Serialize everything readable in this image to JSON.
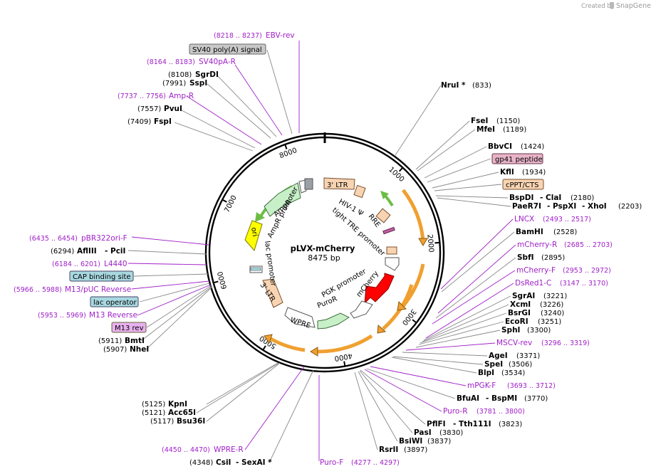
{
  "plasmid": {
    "name": "pLVX-mCherry",
    "length": "8475 bp"
  },
  "branding": {
    "created_by": "Created by",
    "brand": "SnapGene"
  },
  "ticks": [
    "1000",
    "2000",
    "3000",
    "4000",
    "5000",
    "6000",
    "7000",
    "8000"
  ],
  "features": {
    "ltr3_top": "3' LTR",
    "hiv_psi": "HIV-1 Ψ",
    "rre": "RRE",
    "tight_tre": "tight TRE promoter",
    "mcherry": "mCherry",
    "pgk": "PGK promoter",
    "puror": "PuroR",
    "wpre": "WPRE",
    "ltr3_bottom": "3' LTR",
    "lac_promoter": "lac promoter",
    "ori": "ori",
    "ampr": "AmpR",
    "ampr_promoter": "AmpR promoter"
  },
  "labels": {
    "ebv_rev": {
      "name": "EBV-rev",
      "coord": "(8218 .. 8237)"
    },
    "sv40_polya": "SV40 poly(A) signal",
    "sv40pa_r": {
      "name": "SV40pA-R",
      "coord": "(8164 .. 8183)"
    },
    "sgrdi": {
      "name": "SgrDI",
      "coord": "(8108)"
    },
    "sspi": {
      "name": "SspI",
      "coord": "(7991)"
    },
    "amp_r": {
      "name": "Amp-R",
      "coord": "(7737 .. 7756)"
    },
    "pvui": {
      "name": "PvuI",
      "coord": "(7557)"
    },
    "fspi": {
      "name": "FspI",
      "coord": "(7409)"
    },
    "pbr322": {
      "name": "pBR322ori-F",
      "coord": "(6435 .. 6454)"
    },
    "afliii": {
      "name": "AflIII",
      "sep": "- PciI",
      "coord": "(6294)"
    },
    "l4440": {
      "name": "L4440",
      "coord": "(6184 .. 6201)"
    },
    "cap": "CAP binding site",
    "m13puc": {
      "name": "M13/pUC Reverse",
      "coord": "(5966 .. 5988)"
    },
    "lac_operator": "lac operator",
    "m13rev": {
      "name": "M13 Reverse",
      "coord": "(5953 .. 5969)"
    },
    "m13_rev_box": "M13 rev",
    "bmti": {
      "name": "BmtI",
      "coord": "(5911)"
    },
    "nhei": {
      "name": "NheI",
      "coord": "(5907)"
    },
    "kpni": {
      "name": "KpnI",
      "coord": "(5125)"
    },
    "acc65i": {
      "name": "Acc65I",
      "coord": "(5121)"
    },
    "bsu36i": {
      "name": "Bsu36I",
      "coord": "(5117)"
    },
    "wpre_r": {
      "name": "WPRE-R",
      "coord": "(4450 .. 4470)"
    },
    "csii": {
      "name": "CsiI",
      "sep": "- SexAI *",
      "coord": "(4348)"
    },
    "puro_f": {
      "name": "Puro-F",
      "coord": "(4277 .. 4297)"
    },
    "nrui": {
      "name": "NruI *",
      "coord": "(833)"
    },
    "fsei": {
      "name": "FseI",
      "coord": "(1150)"
    },
    "mfei": {
      "name": "MfeI",
      "coord": "(1189)"
    },
    "bbvci": {
      "name": "BbvCI",
      "coord": "(1424)"
    },
    "gp41": "gp41 peptide",
    "kfli": {
      "name": "KflI",
      "coord": "(1934)"
    },
    "cppt": "cPPT/CTS",
    "bspdi": {
      "name": "BspDI",
      "sep": "- ClaI",
      "coord": "(2180)"
    },
    "paer7i": {
      "name": "PaeR7I",
      "sep1": "- PspXI",
      "sep2": "- XhoI",
      "coord": "(2203)"
    },
    "lncx": {
      "name": "LNCX",
      "coord": "(2493 .. 2517)"
    },
    "bamhi": {
      "name": "BamHI",
      "coord": "(2528)"
    },
    "mcherry_r": {
      "name": "mCherry-R",
      "coord": "(2685 .. 2703)"
    },
    "sbfi": {
      "name": "SbfI",
      "coord": "(2895)"
    },
    "mcherry_f": {
      "name": "mCherry-F",
      "coord": "(2953 .. 2972)"
    },
    "dsred1_c": {
      "name": "DsRed1-C",
      "coord": "(3147 .. 3170)"
    },
    "sgrai": {
      "name": "SgrAI",
      "coord": "(3221)"
    },
    "xcmi": {
      "name": "XcmI",
      "coord": "(3226)"
    },
    "bsrgi": {
      "name": "BsrGI",
      "coord": "(3240)"
    },
    "ecori": {
      "name": "EcoRI",
      "coord": "(3251)"
    },
    "sphi": {
      "name": "SphI",
      "coord": "(3300)"
    },
    "mscv_rev": {
      "name": "MSCV-rev",
      "coord": "(3296 .. 3319)"
    },
    "agei": {
      "name": "AgeI",
      "coord": "(3371)"
    },
    "spei": {
      "name": "SpeI",
      "coord": "(3506)"
    },
    "blpi": {
      "name": "BlpI",
      "coord": "(3534)"
    },
    "mpgk_f": {
      "name": "mPGK-F",
      "coord": "(3693 .. 3712)"
    },
    "bfuai": {
      "name": "BfuAI",
      "sep": "- BspMI",
      "coord": "(3770)"
    },
    "puro_r": {
      "name": "Puro-R",
      "coord": "(3781 .. 3800)"
    },
    "pflfi": {
      "name": "PflFI",
      "sep": "- Tth111I",
      "coord": "(3823)"
    },
    "pasi": {
      "name": "PasI",
      "coord": "(3830)"
    },
    "bsiwi": {
      "name": "BsiWI",
      "coord": "(3837)"
    },
    "rsrii": {
      "name": "RsrII",
      "coord": "(3897)"
    }
  },
  "colors": {
    "enzyme_text": "#000000",
    "primer_text": "#a020c8",
    "backbone": "#000000",
    "ltr_fill": "#f8d4b2",
    "orange_arrow": "#f0a030",
    "green_feature": "#c8f0c8",
    "ampr_green": "#c8f0c8",
    "ori_yellow": "#ffff00",
    "mcherry_red": "#ff0000",
    "gray_box": "#c8c8c8",
    "teal_box": "#a8d8e0",
    "pink_box": "#e8b4c8",
    "purple_box": "#e8b0f0"
  }
}
